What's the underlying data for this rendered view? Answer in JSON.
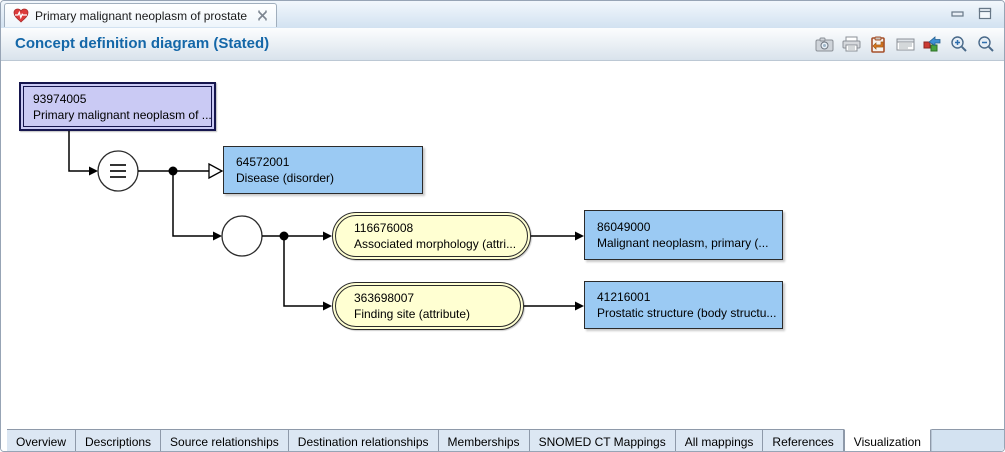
{
  "window": {
    "title_tab": "Primary malignant neoplasm of prostate",
    "icons": {
      "app": "heart-pulse-icon",
      "tab_close": "close-icon",
      "minimize": "minimize-icon",
      "maximize": "maximize-icon"
    }
  },
  "header": {
    "title": "Concept definition diagram (Stated)",
    "toolbar_icons": [
      "camera-icon",
      "printer-icon",
      "copy-to-clipboard-icon",
      "report-icon",
      "export-diagram-icon",
      "zoom-in-icon",
      "zoom-out-icon"
    ]
  },
  "diagram": {
    "nodes": {
      "focus": {
        "id": "93974005",
        "label": "Primary malignant neoplasm of ..."
      },
      "isa_target": {
        "id": "64572001",
        "label": "Disease (disorder)"
      },
      "attr_morphology": {
        "id": "116676008",
        "label": "Associated morphology (attri..."
      },
      "morphology_value": {
        "id": "86049000",
        "label": "Malignant neoplasm, primary (..."
      },
      "attr_finding_site": {
        "id": "363698007",
        "label": "Finding site (attribute)"
      },
      "finding_site_value": {
        "id": "41216001",
        "label": "Prostatic structure (body structu..."
      }
    },
    "symbols": {
      "equivalence_circle": "equivalence-node-icon",
      "group_circle": "relationship-group-node-icon",
      "isa_arrow": "is-a-open-arrow-icon"
    }
  },
  "bottom_tabs": {
    "active": "Visualization",
    "items": [
      {
        "label": "Overview"
      },
      {
        "label": "Descriptions"
      },
      {
        "label": "Source relationships"
      },
      {
        "label": "Destination relationships"
      },
      {
        "label": "Memberships"
      },
      {
        "label": "SNOMED CT Mappings"
      },
      {
        "label": "All mappings"
      },
      {
        "label": "References"
      },
      {
        "label": "Visualization"
      }
    ]
  },
  "colors": {
    "header_title": "#1467a8",
    "focus_node_fill": "#cacaf4",
    "concept_node_fill": "#9bcaf3",
    "attribute_node_fill": "#ffffd2",
    "tab_bar_fill": "#d2e2f1",
    "line": "#000000"
  }
}
